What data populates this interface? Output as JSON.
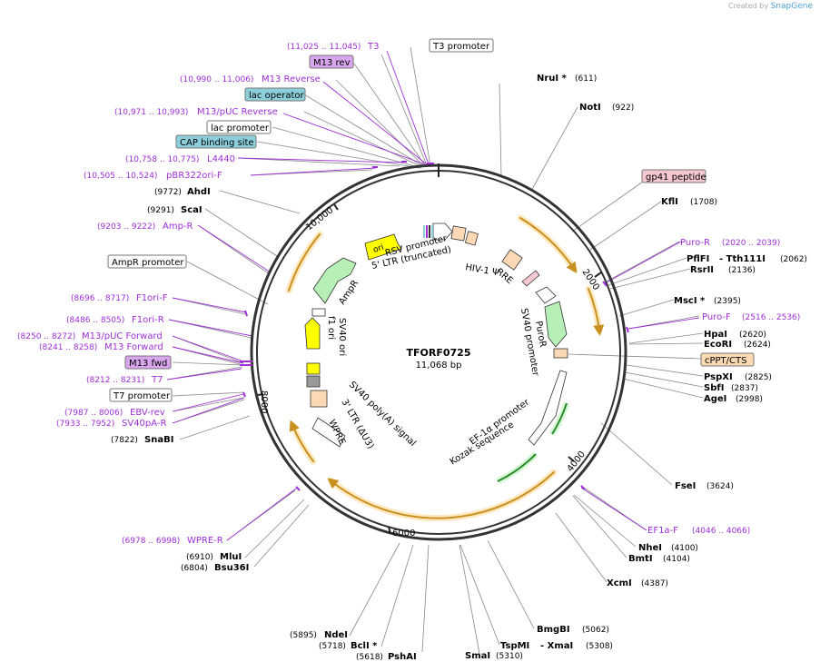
{
  "credit": {
    "prefix": "Created by",
    "brand": "SnapGene"
  },
  "plasmid": {
    "name": "TFORF0725",
    "length_label": "11,068 bp"
  },
  "ruler": [
    "2000",
    "4000",
    "6000",
    "8000",
    "10,000"
  ],
  "boxed_labels": [
    {
      "text": "T3 promoter",
      "style": "white"
    },
    {
      "text": "M13 rev",
      "style": "violet"
    },
    {
      "text": "lac operator",
      "style": "teal"
    },
    {
      "text": "lac promoter",
      "style": "white"
    },
    {
      "text": "CAP binding site",
      "style": "teal"
    },
    {
      "text": "gp41 peptide",
      "style": "pink"
    },
    {
      "text": "cPPT/CTS",
      "style": "peach"
    },
    {
      "text": "AmpR promoter",
      "style": "white"
    },
    {
      "text": "M13 fwd",
      "style": "violet"
    },
    {
      "text": "T7 promoter",
      "style": "white"
    }
  ],
  "enzymes": [
    {
      "name": "NruI *",
      "pos": "(611)"
    },
    {
      "name": "NotI",
      "pos": "(922)"
    },
    {
      "name": "KflI",
      "pos": "(1708)"
    },
    {
      "name": "PflFI",
      "pos": ""
    },
    {
      "name": "- Tth111I",
      "pos": "(2062)"
    },
    {
      "name": "RsrII",
      "pos": "(2136)"
    },
    {
      "name": "MscI *",
      "pos": "(2395)"
    },
    {
      "name": "HpaI",
      "pos": "(2620)"
    },
    {
      "name": "EcoRI",
      "pos": "(2624)"
    },
    {
      "name": "PspXI",
      "pos": "(2825)"
    },
    {
      "name": "SbfI",
      "pos": "(2837)"
    },
    {
      "name": "AgeI",
      "pos": "(2998)"
    },
    {
      "name": "FseI",
      "pos": "(3624)"
    },
    {
      "name": "NheI",
      "pos": "(4100)"
    },
    {
      "name": "BmtI",
      "pos": "(4104)"
    },
    {
      "name": "XcmI",
      "pos": "(4387)"
    },
    {
      "name": "BmgBI",
      "pos": "(5062)"
    },
    {
      "name": "TspMI",
      "pos": ""
    },
    {
      "name": "- XmaI",
      "pos": "(5308)"
    },
    {
      "name": "SmaI",
      "pos": "(5310)"
    },
    {
      "name": "PshAI",
      "pos": "(5618)"
    },
    {
      "name": "BclI *",
      "pos": "(5718)"
    },
    {
      "name": "NdeI",
      "pos": "(5895)"
    },
    {
      "name": "Bsu36I",
      "pos": "(6804)"
    },
    {
      "name": "MluI",
      "pos": "(6910)"
    },
    {
      "name": "SnaBI",
      "pos": "(7822)"
    },
    {
      "name": "ScaI",
      "pos": "(9291)"
    },
    {
      "name": "AhdI",
      "pos": "(9772)"
    }
  ],
  "primers": [
    {
      "name": "T3",
      "range": "(11,025 .. 11,045)"
    },
    {
      "name": "M13 Reverse",
      "range": "(10,990 .. 11,006)"
    },
    {
      "name": "M13/pUC Reverse",
      "range": "(10,971 .. 10,993)"
    },
    {
      "name": "L4440",
      "range": "(10,758 .. 10,775)"
    },
    {
      "name": "pBR322ori-F",
      "range": "(10,505 .. 10,524)"
    },
    {
      "name": "Amp-R",
      "range": "(9203 .. 9222)"
    },
    {
      "name": "Puro-R",
      "range": "(2020 .. 2039)"
    },
    {
      "name": "Puro-F",
      "range": "(2516 .. 2536)"
    },
    {
      "name": "F1ori-F",
      "range": "(8696 .. 8717)"
    },
    {
      "name": "F1ori-R",
      "range": "(8486 .. 8505)"
    },
    {
      "name": "M13/pUC Forward",
      "range": "(8250 .. 8272)"
    },
    {
      "name": "M13 Forward",
      "range": "(8241 .. 8258)"
    },
    {
      "name": "T7",
      "range": "(8212 .. 8231)"
    },
    {
      "name": "EBV-rev",
      "range": "(7987 .. 8006)"
    },
    {
      "name": "SV40pA-R",
      "range": "(7933 .. 7952)"
    },
    {
      "name": "EF1a-F",
      "range": "(4046 .. 4066)"
    },
    {
      "name": "WPRE-R",
      "range": "(6978 .. 6998)"
    }
  ],
  "inner_features": [
    "RSV promoter",
    "5' LTR (truncated)",
    "HIV-1 Ψ",
    "RRE",
    "ori",
    "AmpR",
    "f1 ori",
    "SV40 ori",
    "PuroR",
    "SV40 promoter",
    "EF-1α promoter",
    "Kozak sequence",
    "SV40 poly(A) signal",
    "3' LTR (ΔU3)",
    "WPRE"
  ],
  "colors": {
    "backbone": "#333333",
    "primer": "#9e2fd6",
    "orf": "#f5b75f",
    "teal": "#8ccfdb",
    "violet": "#d9a6ee",
    "pink": "#f4c7d1",
    "peach": "#fcd9b4",
    "promoter_green": "#b6f0b6",
    "ori_yellow": "#ffff00",
    "line": "#888888"
  }
}
